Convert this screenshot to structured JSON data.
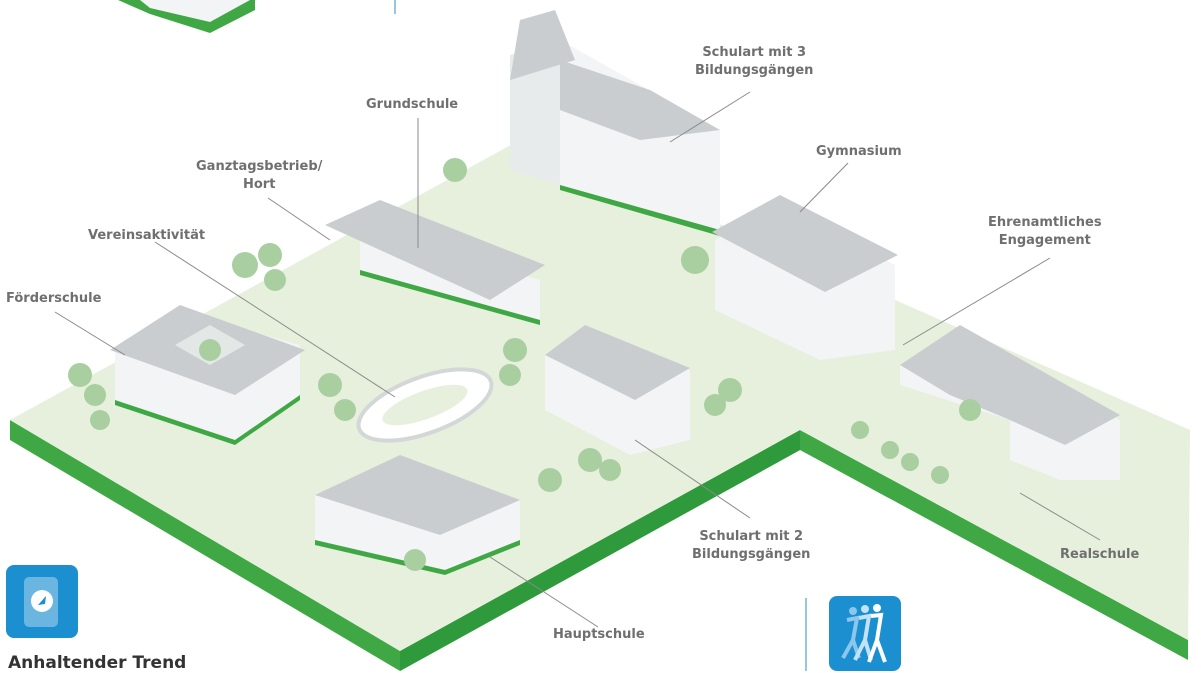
{
  "labels": {
    "schulart3": [
      "Schulart mit 3",
      "Bildungsgängen"
    ],
    "grundschule": "Grundschule",
    "gymnasium": "Gymnasium",
    "ganztag": [
      "Ganztagsbetrieb/",
      "Hort"
    ],
    "verein": "Vereinsaktivität",
    "ehrenamt": [
      "Ehrenamtliches",
      "Engagement"
    ],
    "foerderschule": "Förderschule",
    "schulart2": [
      "Schulart mit 2",
      "Bildungsgängen"
    ],
    "realschule": "Realschule",
    "hauptschule": "Hauptschule"
  },
  "heading": "Anhaltender Trend",
  "icons": [
    "compass-icon",
    "people-walking-icon"
  ],
  "colors": {
    "ground_top": "#e7f0dc",
    "ground_side": "#3fa845",
    "building": "#f2f4f5",
    "roof": "#c9cdd0",
    "tree": "#a9cfa0",
    "label_text": "#6f6f6f",
    "accent_blue": "#1b8fd0"
  }
}
